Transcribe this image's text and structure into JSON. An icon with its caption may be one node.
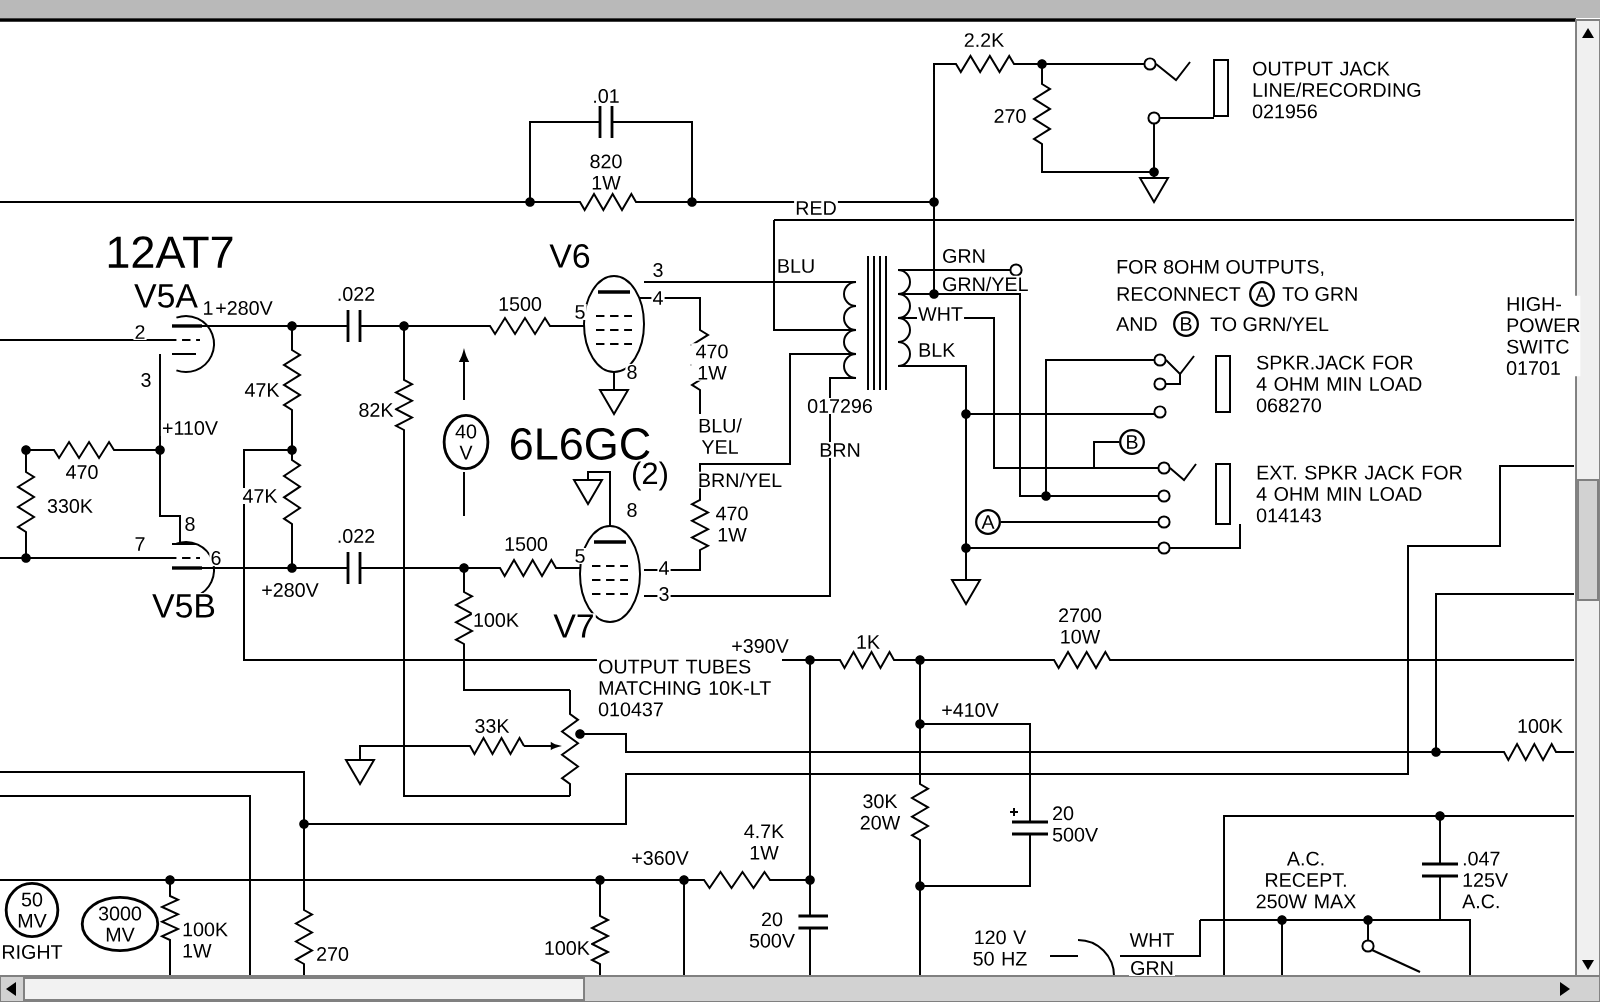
{
  "diagram": {
    "nodes": [
      {
        "text": [
          "40 V"
        ]
      },
      {
        "text": [
          "A"
        ]
      },
      {
        "text": [
          "B"
        ]
      },
      {
        "text": [
          "B"
        ]
      },
      {
        "text": [
          "A"
        ]
      },
      {
        "text": [
          "50 MV"
        ]
      },
      {
        "text": [
          "3000 MV"
        ]
      }
    ],
    "edges": [
      {
        "from": 3,
        "to": null,
        "arrow": "none"
      },
      {
        "from": 4,
        "to": null,
        "arrow": "none"
      }
    ],
    "labels": [
      ".01",
      "820 1W",
      "2.2K",
      "OUTPUT JACK LINE/RECORDING 021956",
      "270",
      "RED",
      "12AT7",
      "GRN",
      "V6",
      "FOR 8OHM OUTPUTS,",
      "BLU",
      "3",
      "GRN/YEL",
      "RECONNECT",
      "TO GRN",
      "V5A",
      "4",
      "+280V",
      ".022",
      "1500",
      "1",
      "5",
      "WHT",
      "AND",
      "TO GRN/YEL",
      "HIGH- POWER SWITC 01701",
      "2",
      "BLK",
      "470 1W",
      "8",
      "3",
      "SPKR.JACK FOR 4 OHM MIN LOAD 068270",
      "47K",
      "82K",
      "017296",
      "+110V",
      "6L6GC",
      "BLU/ YEL",
      "BRN",
      "470",
      "(2)",
      "BRN/YEL",
      "47K",
      "EXT. SPKR JACK FOR 4 OHM MIN LOAD 014143",
      "330K",
      "8",
      "470 1W",
      "8",
      ".022",
      "1500",
      "7",
      "5",
      "6",
      "4",
      "+280V",
      "3",
      "V5B",
      "2700 10W",
      "V7",
      "100K",
      "1K",
      "+390V",
      "OUTPUT TUBES MATCHING 10K-LT 010437",
      "+410V",
      "33K",
      "100K",
      "30K 20W",
      "20 500V",
      "+360V",
      "4.7K 1W",
      "A.C. RECEPT. 250W MAX",
      ".047 125V A.C.",
      "20 500V",
      "100K 1W",
      "RIGHT",
      "270",
      "100K",
      "120 V 50 HZ",
      "WHT",
      "GRN"
    ]
  }
}
